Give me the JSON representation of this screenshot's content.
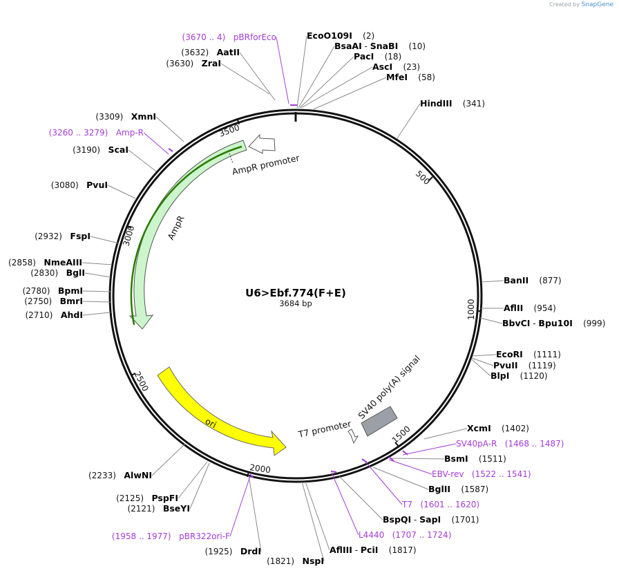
{
  "branding": {
    "created_by": "Created by",
    "product": "SnapGene"
  },
  "plasmid": {
    "name": "U6>Ebf.774(F+E)",
    "size_label": "3684 bp"
  },
  "ticks": [
    {
      "label": "500",
      "bp": 500
    },
    {
      "label": "1000",
      "bp": 1000
    },
    {
      "label": "1500",
      "bp": 1500
    },
    {
      "label": "2000",
      "bp": 2000
    },
    {
      "label": "2500",
      "bp": 2500
    },
    {
      "label": "3000",
      "bp": 3000
    },
    {
      "label": "3500",
      "bp": 3500
    }
  ],
  "features": [
    {
      "name": "AmpR promoter",
      "color": "#ffffff",
      "type": "promoter"
    },
    {
      "name": "AmpR",
      "color": "#ccf5cc",
      "type": "cds"
    },
    {
      "name": "ori",
      "color": "#ffff00",
      "type": "rep_origin"
    },
    {
      "name": "T7 promoter",
      "color": "#ffffff",
      "type": "promoter"
    },
    {
      "name": "SV40 poly(A) signal",
      "color": "#9aa0a6",
      "type": "polyA"
    }
  ],
  "sites": [
    {
      "kind": "enzyme",
      "name": "EcoO109I",
      "pos": "(2)"
    },
    {
      "kind": "enzyme",
      "name": "BsaAI",
      "name2": "SnaBI",
      "pos": "(10)"
    },
    {
      "kind": "enzyme",
      "name": "PacI",
      "pos": "(18)"
    },
    {
      "kind": "enzyme",
      "name": "AscI",
      "pos": "(23)"
    },
    {
      "kind": "enzyme",
      "name": "MfeI",
      "pos": "(58)"
    },
    {
      "kind": "enzyme",
      "name": "HindIII",
      "pos": "(341)"
    },
    {
      "kind": "enzyme",
      "name": "BanII",
      "pos": "(877)"
    },
    {
      "kind": "enzyme",
      "name": "AflII",
      "pos": "(954)"
    },
    {
      "kind": "enzyme",
      "name": "BbvCI",
      "name2": "Bpu10I",
      "pos": "(999)"
    },
    {
      "kind": "enzyme",
      "name": "EcoRI",
      "pos": "(1111)"
    },
    {
      "kind": "enzyme",
      "name": "PvuII",
      "pos": "(1119)"
    },
    {
      "kind": "enzyme",
      "name": "BlpI",
      "pos": "(1120)"
    },
    {
      "kind": "enzyme",
      "name": "XcmI",
      "pos": "(1402)"
    },
    {
      "kind": "primer",
      "name": "SV40pA-R",
      "pos": "(1468 .. 1487)"
    },
    {
      "kind": "enzyme",
      "name": "BsmI",
      "pos": "(1511)"
    },
    {
      "kind": "primer",
      "name": "EBV-rev",
      "pos": "(1522 .. 1541)"
    },
    {
      "kind": "enzyme",
      "name": "BglII",
      "pos": "(1587)"
    },
    {
      "kind": "primer",
      "name": "T7",
      "pos": "(1601 .. 1620)"
    },
    {
      "kind": "enzyme",
      "name": "BspQI",
      "name2": "SapI",
      "pos": "(1701)"
    },
    {
      "kind": "primer",
      "name": "L4440",
      "pos": "(1707 .. 1724)"
    },
    {
      "kind": "enzyme",
      "name": "AflIII",
      "name2": "PciI",
      "pos": "(1817)"
    },
    {
      "kind": "enzyme",
      "name": "NspI",
      "pos": "(1821)"
    },
    {
      "kind": "enzyme",
      "name": "DrdI",
      "pos": "(1925)"
    },
    {
      "kind": "primer",
      "name": "pBR322ori-F",
      "pos": "(1958 .. 1977)"
    },
    {
      "kind": "enzyme",
      "name": "BseYI",
      "pos": "(2121)"
    },
    {
      "kind": "enzyme",
      "name": "PspFI",
      "pos": "(2125)"
    },
    {
      "kind": "enzyme",
      "name": "AlwNI",
      "pos": "(2233)"
    },
    {
      "kind": "enzyme",
      "name": "AhdI",
      "pos": "(2710)"
    },
    {
      "kind": "enzyme",
      "name": "BmrI",
      "pos": "(2750)"
    },
    {
      "kind": "enzyme",
      "name": "BpmI",
      "pos": "(2780)"
    },
    {
      "kind": "enzyme",
      "name": "BglI",
      "pos": "(2830)"
    },
    {
      "kind": "enzyme",
      "name": "NmeAIII",
      "pos": "(2858)"
    },
    {
      "kind": "enzyme",
      "name": "FspI",
      "pos": "(2932)"
    },
    {
      "kind": "enzyme",
      "name": "PvuI",
      "pos": "(3080)"
    },
    {
      "kind": "enzyme",
      "name": "ScaI",
      "pos": "(3190)"
    },
    {
      "kind": "primer",
      "name": "Amp-R",
      "pos": "(3260 .. 3279)"
    },
    {
      "kind": "enzyme",
      "name": "XmnI",
      "pos": "(3309)"
    },
    {
      "kind": "enzyme",
      "name": "ZraI",
      "pos": "(3630)"
    },
    {
      "kind": "enzyme",
      "name": "AatII",
      "pos": "(3632)"
    },
    {
      "kind": "primer",
      "name": "pBRforEco",
      "pos": "(3670 .. 4)"
    }
  ]
}
